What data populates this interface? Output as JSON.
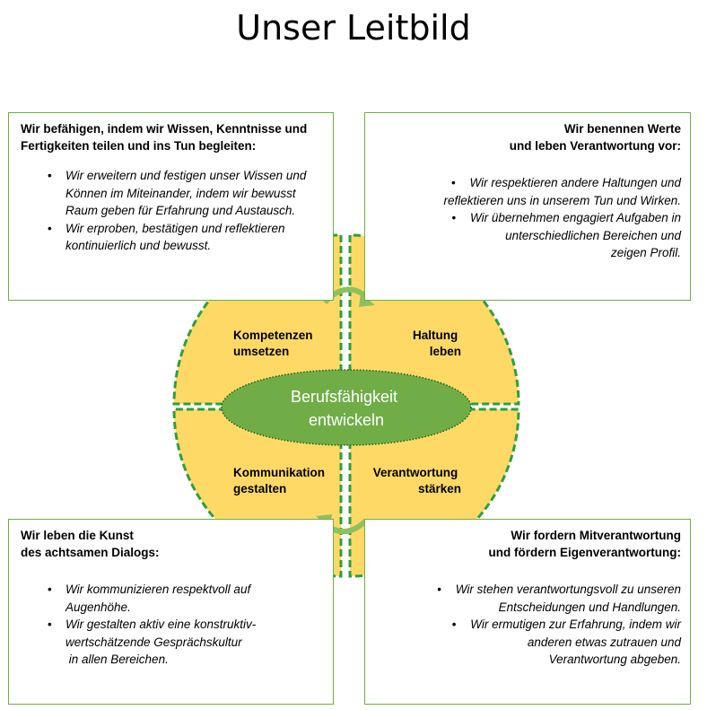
{
  "title": "Unser Leitbild",
  "boxes": {
    "top_left": {
      "heading": [
        "Wir befähigen, indem wir  Wissen, Kenntnisse und",
        "Fertigkeiten teilen und ins Tun begleiten:"
      ],
      "bullets": [
        [
          "Wir erweitern und festigen unser Wissen und",
          "Können im Miteinander, indem wir bewusst",
          "Raum geben für Erfahrung und Austausch."
        ],
        [
          "Wir erproben, bestätigen und reflektieren",
          "kontinuierlich und bewusst."
        ]
      ]
    },
    "top_right": {
      "heading": [
        "Wir benennen Werte",
        "und leben Verantwortung vor:"
      ],
      "bullets": [
        [
          "Wir respektieren andere Haltungen und",
          "reflektieren uns in unserem Tun und Wirken."
        ],
        [
          "Wir übernehmen engagiert Aufgaben in",
          "unterschiedlichen Bereichen und",
          "zeigen Profil."
        ]
      ]
    },
    "bottom_left": {
      "heading": [
        "Wir leben die Kunst",
        "des achtsamen Dialogs:"
      ],
      "bullets": [
        [
          "Wir kommunizieren respektvoll  auf",
          "Augenhöhe."
        ],
        [
          "Wir gestalten aktiv eine konstruktiv-",
          "wertschätzende Gesprächskultur",
          " in allen Bereichen."
        ]
      ]
    },
    "bottom_right": {
      "heading": [
        "Wir fordern Mitverantwortung",
        "und fördern Eigenverantwortung:"
      ],
      "bullets": [
        [
          "Wir stehen verantwortungsvoll zu unseren",
          "Entscheidungen und Handlungen."
        ],
        [
          "Wir ermutigen zur Erfahrung, indem wir",
          "anderen etwas zutrauen und",
          "Verantwortung abgeben."
        ]
      ]
    }
  },
  "quadrants": {
    "top_left": [
      "Kompetenzen",
      "umsetzen"
    ],
    "top_right": [
      "Haltung",
      "leben"
    ],
    "bottom_left": [
      "Kommunikation",
      "gestalten"
    ],
    "bottom_right": [
      "Verantwortung",
      "stärken"
    ]
  },
  "center": [
    "Berufsfähigkeit",
    "entwickeln"
  ],
  "colors": {
    "quadrant_fill": "#ffd966",
    "dashed_border": "#2e9e3e",
    "center_fill": "#70ad47",
    "arrow": "#8ec060",
    "box_border": "#70ad47"
  }
}
